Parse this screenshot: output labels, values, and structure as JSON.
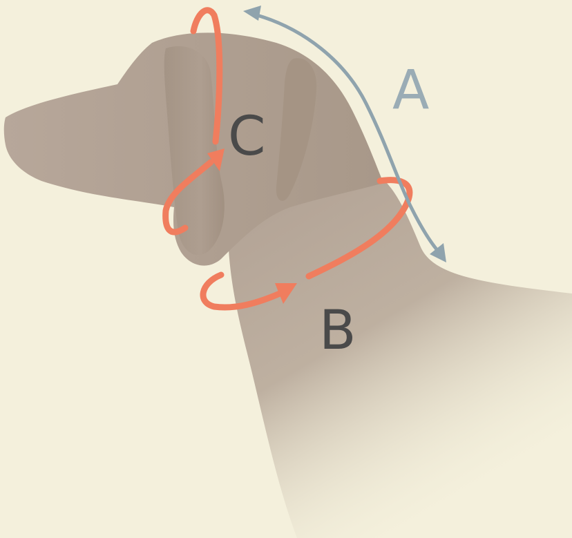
{
  "labels": {
    "a": "A",
    "b": "B",
    "c": "C"
  },
  "colors": {
    "background": "#f4f0dc",
    "dog": "#b0a093",
    "dog_shadow": "#9a8a7d",
    "loop_arrow": "#f07d5e",
    "length_arrow": "#8fa3ad",
    "text_a": "#9aacb5",
    "text_bc": "#4a4a4a"
  }
}
